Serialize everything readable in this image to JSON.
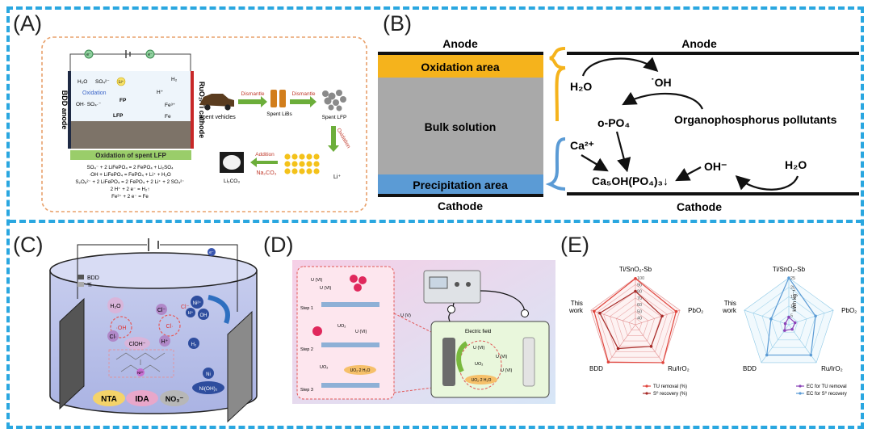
{
  "panels": {
    "a": {
      "label": "(A)",
      "left_electrode": "BDD anode",
      "right_electrode": "RuO₂/Ti cathode",
      "e_minus": "e⁻",
      "top_species": [
        "H₂O",
        "SO₄²⁻",
        "Li⁺"
      ],
      "oxidation": "Oxidation",
      "oh_species": "OH·  SO₄·⁻",
      "fp": "FP",
      "lfp": "LFP",
      "right_species": [
        "H₂",
        "H⁺",
        "Fe³⁺",
        "Fe"
      ],
      "bottom_banner": "Oxidation of spent LFP",
      "equations": [
        "SO₄⁻ + 2 LiFePO₄ = 2 FePO₄ + Li₂SO₄",
        "·OH + LiFePO₄ = FePO₄ + Li⁺ + H₂O",
        "S₂O₈²⁻ + 2 LiFePO₄ = 2 FePO₄ + 2 Li⁺ + 2 SO₄²⁻",
        "2 H⁺ + 2 e⁻ = H₂↑",
        "Fe²⁺ + 2 e⁻ = Fe"
      ],
      "flow": {
        "vehicles": "Spent vehicles",
        "dismantle1": "Dismantle",
        "libs": "Spent LiBs",
        "dismantle2": "Dismantle",
        "lfp": "Spent LFP",
        "oxidation": "Oxidation",
        "li": "Li⁺",
        "addition": "Addition",
        "na2co3": "Na₂CO₃",
        "li2co3": "Li₂CO₃"
      }
    },
    "b": {
      "label": "(B)",
      "anode_left": "Anode",
      "anode_right": "Anode",
      "cathode_left": "Cathode",
      "cathode_right": "Cathode",
      "oxidation_area": "Oxidation area",
      "bulk": "Bulk solution",
      "precipitation_area": "Precipitation area",
      "h2o_left": "H₂O",
      "oh_radical": "˙OH",
      "opo4": "o-PO₄",
      "organo": "Organophosphorus pollutants",
      "ca": "Ca²⁺",
      "product": "Ca₅OH(PO₄)₃↓",
      "oh_minus": "OH⁻",
      "h2o_right": "H₂O",
      "colors": {
        "oxidation": "#f5b31c",
        "bulk": "#a9a9a9",
        "precipitation": "#5b9bd5"
      }
    },
    "c": {
      "label": "(C)",
      "legend": [
        "BDD",
        "Ti"
      ],
      "e": "e⁻",
      "species": {
        "h2o": "H₂O",
        "cl_minus_1": "Cl⁻",
        "oh_dot": "·OH",
        "cl_dot_1": "Cl·",
        "cl_minus_2": "Cl⁻",
        "cl_dot_2": "Cl·",
        "cloh": "ClOH⁻",
        "h_plus": "H⁺",
        "ni2": "Ni²⁺",
        "h_plus_r": "H⁺",
        "oh_r": "OH",
        "h2": "H₂",
        "ni": "Ni",
        "nioh": "Ni(OH)₂",
        "nta": "NTA",
        "ida": "IDA",
        "no3": "NO₃⁻",
        "ni_complex": "Ni²⁺"
      }
    },
    "d": {
      "label": "(D)",
      "steps": [
        "Step 1",
        "Step 2",
        "Step 3"
      ],
      "field": "Electric field",
      "u_vi": "U (VI)",
      "u_v": "U (V)",
      "uo2": "UO₂",
      "uo2h2o": "UO₂·2 H₂O"
    },
    "e": {
      "label": "(E)",
      "radar1": {
        "axes": [
          "Ti/SnO₂-Sb",
          "PbO₂",
          "Ru/IrO₂",
          "BDD",
          "This work"
        ],
        "ticks": [
          "40",
          "50",
          "60",
          "70",
          "80",
          "90",
          "100"
        ],
        "legend": [
          "TU removal (%)",
          "S⁰ recovery (%)"
        ],
        "series": [
          {
            "name": "TU removal (%)",
            "values": [
              99,
              94,
              100,
              99,
              95
            ],
            "color": "#e0443c"
          },
          {
            "name": "S⁰ recovery (%)",
            "values": [
              80,
              72,
              70,
              74,
              86
            ],
            "color": "#a72b28"
          }
        ],
        "range": [
          30,
          100
        ]
      },
      "radar2": {
        "axes": [
          "Ti/SnO₂-Sb",
          "PbO₂",
          "Ru/IrO₂",
          "BDD",
          "This work"
        ],
        "ticks": [
          "5",
          "10",
          "15",
          "20",
          "25"
        ],
        "unit": "kWh kg⁻¹",
        "legend": [
          "EC for TU removal",
          "EC for S⁰ recovery"
        ],
        "series": [
          {
            "name": "EC for TU removal",
            "values": [
              4.0,
              3.5,
              3.0,
              3.8,
              2.0
            ],
            "color": "#8a44b8"
          },
          {
            "name": "EC for S⁰ recovery",
            "values": [
              25,
              15,
              20,
              20,
              10
            ],
            "color": "#5b9bd5"
          }
        ],
        "range": [
          0,
          25
        ]
      }
    }
  }
}
